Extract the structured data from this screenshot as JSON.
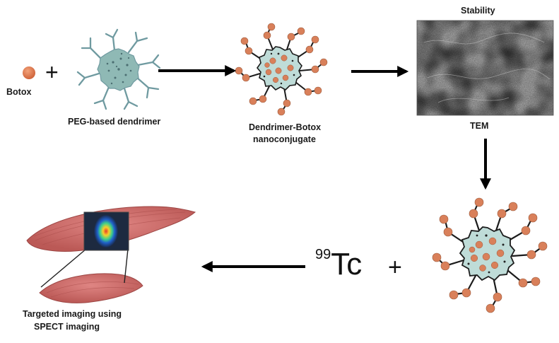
{
  "labels": {
    "botox": "Botox",
    "dendrimer": "PEG-based dendrimer",
    "conjugate_line1": "Dendrimer-Botox",
    "conjugate_line2": "nanoconjugate",
    "stability": "Stability",
    "tem": "TEM",
    "imaging_line1": "Targeted imaging using",
    "imaging_line2": "SPECT imaging"
  },
  "operators": {
    "plus": "+"
  },
  "isotope": {
    "mass_number": "99",
    "symbol": "Tc"
  },
  "colors": {
    "botox": "#e07a48",
    "dendrimer_core": "#8fb9b5",
    "dendrimer_arm": "#6f9aa0",
    "conjugate_core": "#bfdcd8",
    "muscle": "#cf6a67",
    "arrow": "#000000"
  }
}
